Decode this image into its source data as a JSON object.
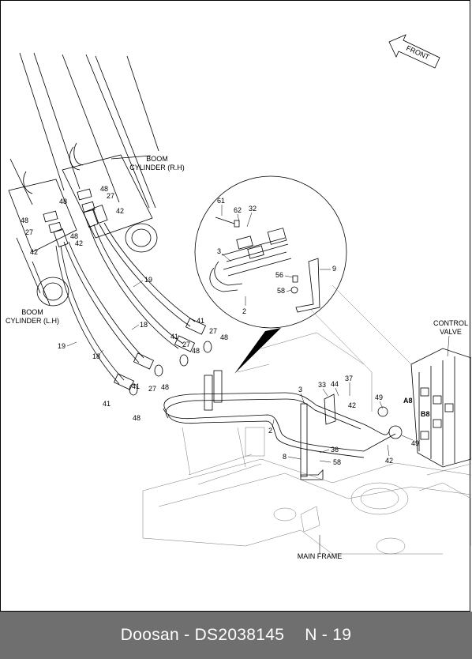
{
  "diagram": {
    "front_label": "FRONT",
    "components": {
      "boom_cylinder_rh": [
        "BOOM",
        "CYLINDER (R.H)"
      ],
      "boom_cylinder_lh": [
        "BOOM",
        "CYLINDER (L.H)"
      ],
      "control_valve": [
        "CONTROL",
        "VALVE"
      ],
      "main_frame": "MAIN FRAME"
    },
    "port_labels": [
      "A8",
      "B8"
    ],
    "detail_callouts": [
      "61",
      "62",
      "32",
      "3",
      "9",
      "56",
      "58",
      "2"
    ],
    "part_callouts": [
      "48",
      "48",
      "27",
      "42",
      "48",
      "27",
      "42",
      "48",
      "42",
      "19",
      "18",
      "41",
      "27",
      "48",
      "27",
      "48",
      "41",
      "18",
      "19",
      "41",
      "27",
      "48",
      "48",
      "41",
      "3",
      "33",
      "44",
      "37",
      "42",
      "49",
      "2",
      "36",
      "58",
      "8",
      "49",
      "42"
    ]
  },
  "footer": {
    "brand": "Doosan",
    "separator": "-",
    "part_number": "DS2038145",
    "page": "N - 19"
  },
  "colors": {
    "footer_background": "#6f6f6f",
    "footer_text": "#ffffff",
    "line_art": "#000000"
  }
}
